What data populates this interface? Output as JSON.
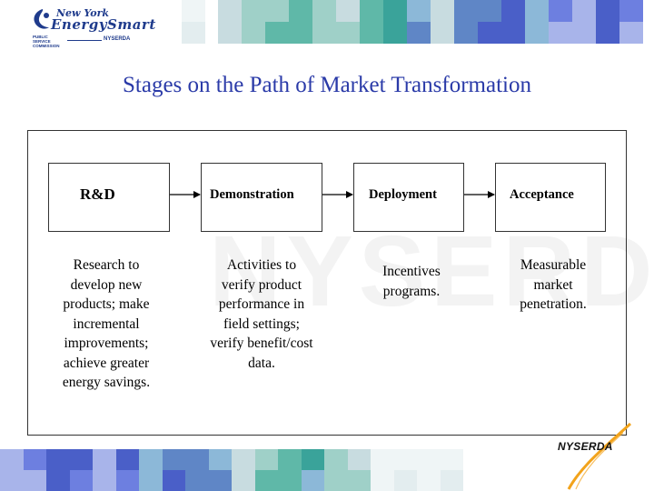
{
  "header": {
    "logo": {
      "line1": "New York",
      "line2": "EnergySmart",
      "sub": "PUBLIC SERVICE COMMISSION",
      "org": "NYSERDA"
    },
    "mosaic_colors": [
      "#c8dce0",
      "#9fd0c8",
      "#5fb8a8",
      "#3aa39a",
      "#8cb8d8",
      "#5f86c6",
      "#4a5fc8",
      "#6d7fe0",
      "#a8b4ea",
      "#e0ecee"
    ]
  },
  "title": "Stages on the Path of Market Transformation",
  "watermark": "NYSERDA",
  "stages": [
    {
      "label": "R&D",
      "description": "Research to develop new products; make incremental improvements; achieve greater energy savings."
    },
    {
      "label": "Demonstration",
      "description": "Activities to verify product performance in field settings; verify benefit/cost data."
    },
    {
      "label": "Deployment",
      "description": "Incentives programs."
    },
    {
      "label": "Acceptance",
      "description": "Measurable market penetration."
    }
  ],
  "footer": {
    "logo": "NYSERDA",
    "swoosh_color": "#f2a31b"
  }
}
